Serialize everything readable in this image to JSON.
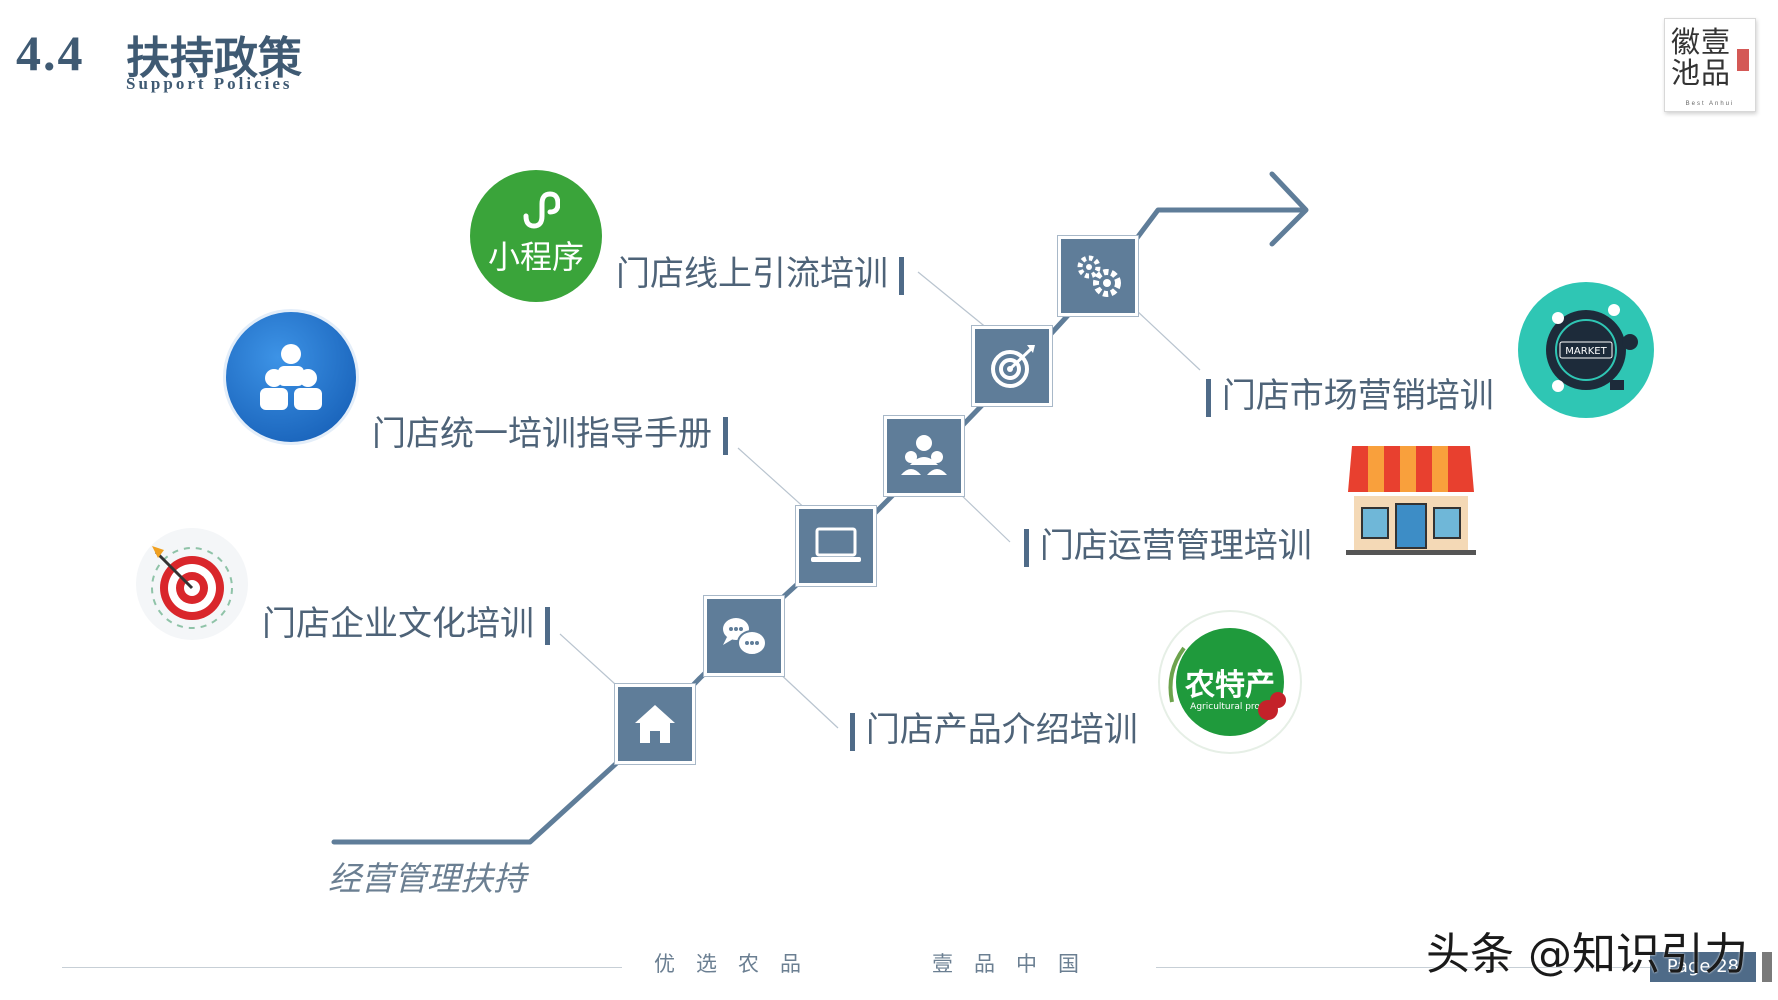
{
  "header": {
    "section_number": "4.4",
    "title": "扶持政策",
    "subtitle": "Support Policies"
  },
  "logo": {
    "text": "徽壹池品",
    "small": "Best Anhui"
  },
  "staircase": {
    "caption": "经营管理扶持",
    "line_color": "#5f7d99"
  },
  "labels": {
    "online_training": "门店线上引流培训",
    "manual": "门店统一培训指导手册",
    "culture_training": "门店企业文化培训",
    "marketing_training": "门店市场营销培训",
    "operation_training": "门店运营管理培训",
    "product_training": "门店产品介绍培训"
  },
  "badges": {
    "mini_program": "小程序",
    "agri": "农特产",
    "agri_sub": "Agricultural product",
    "market": "MARKET"
  },
  "footer": {
    "left": "优　选　农　品",
    "right": "壹　品　中　国",
    "page": "Page 28"
  },
  "watermark": "头条 @知识引力",
  "colors": {
    "primary": "#4f6b88",
    "green": "#3aa43a",
    "blue": "#1e6fc8",
    "teal": "#2fc6b4"
  }
}
